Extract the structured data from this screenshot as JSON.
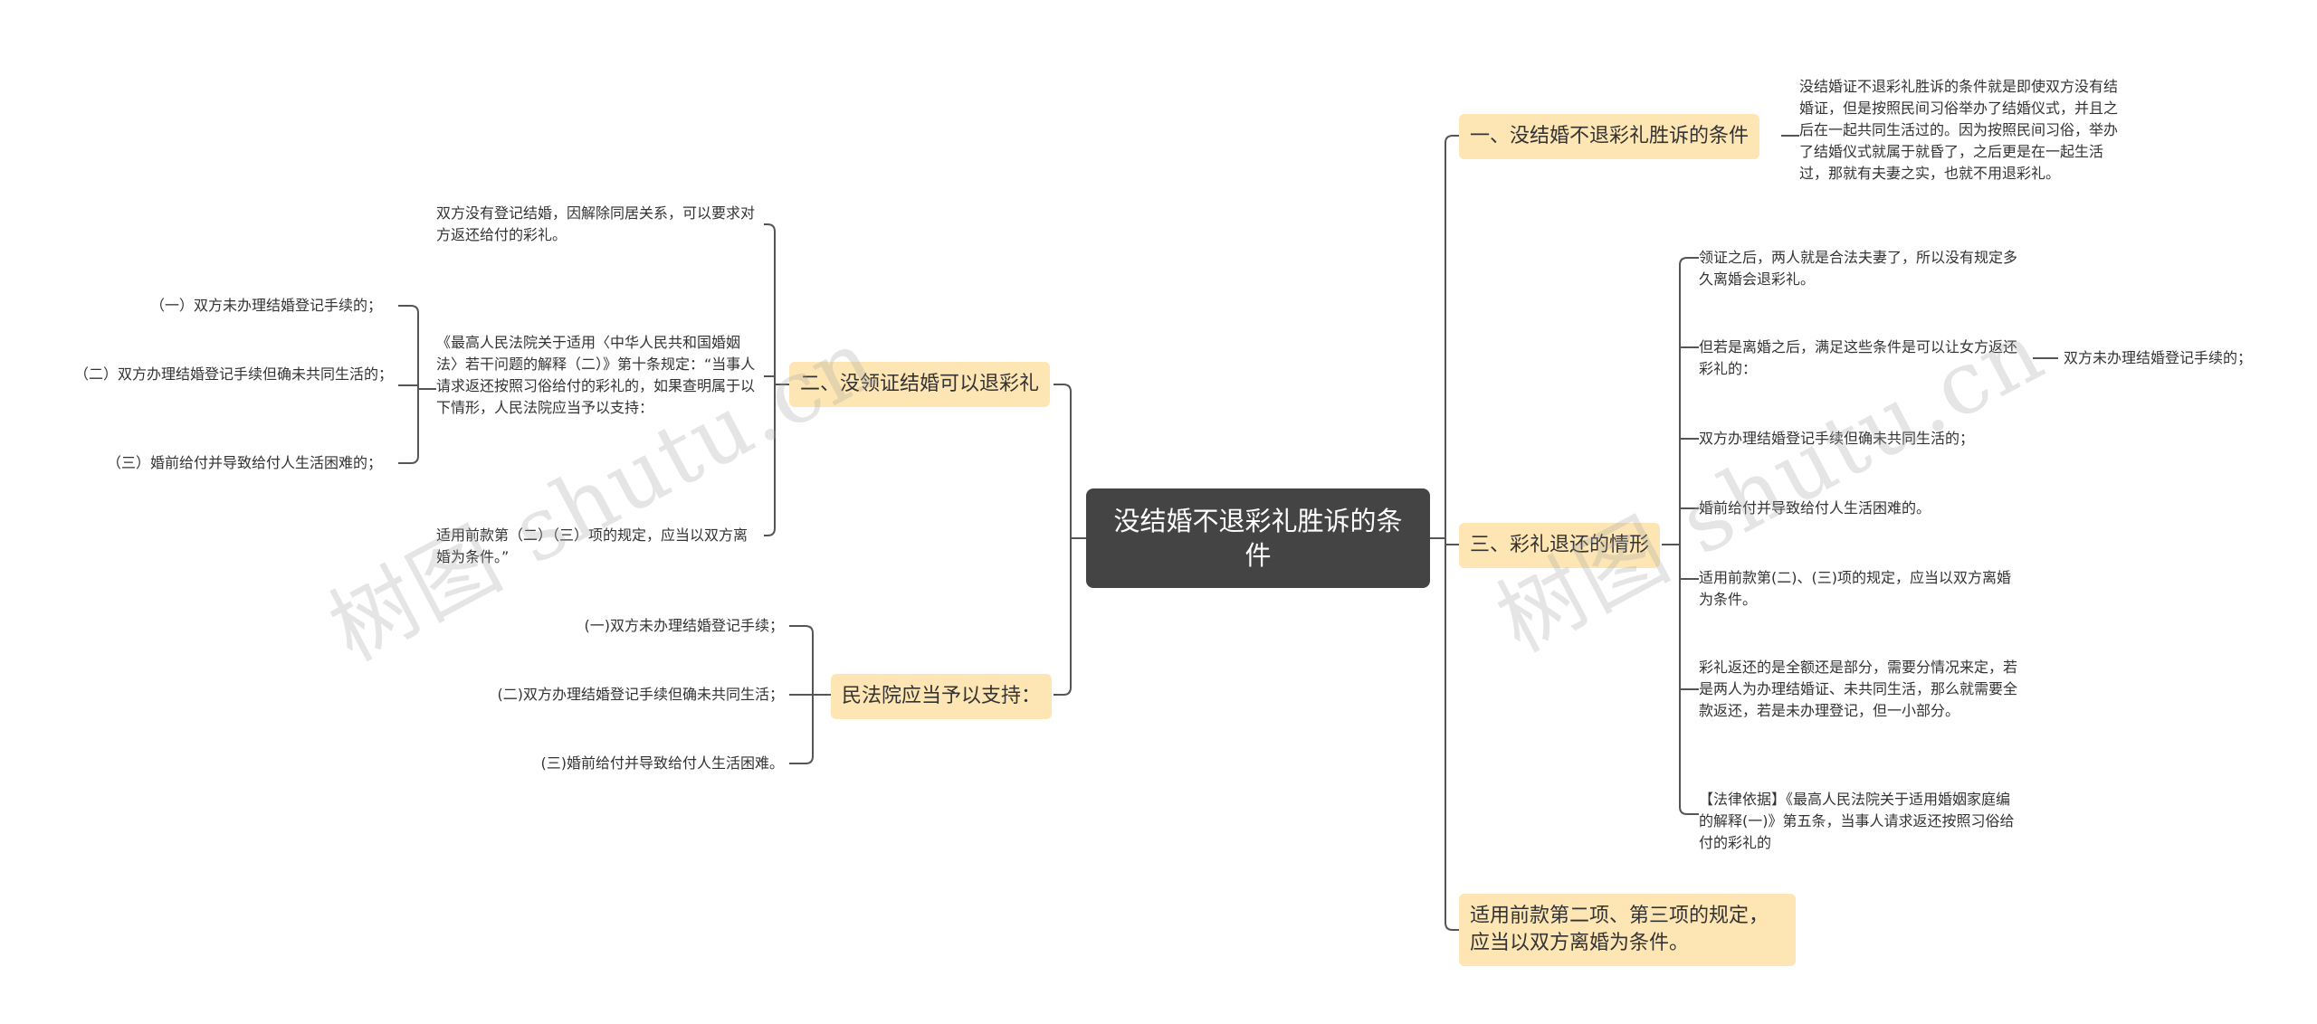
{
  "root": "没结婚不退彩礼胜诉的条件",
  "branches": {
    "b1": "一、没结婚不退彩礼胜诉的条件",
    "b2": "二、没领证结婚可以退彩礼",
    "b3": "三、彩礼退还的情形",
    "b4": "民法院应当予以支持：",
    "b5": "适用前款第二项、第三项的规定，应当以双方离婚为条件。"
  },
  "leaves": {
    "b1_1": "没结婚证不退彩礼胜诉的条件就是即使双方没有结婚证，但是按照民间习俗举办了结婚仪式，并且之后在一起共同生活过的。因为按照民间习俗，举办了结婚仪式就属于就昏了，之后更是在一起生活过，那就有夫妻之实，也就不用退彩礼。",
    "b2_1": "双方没有登记结婚，因解除同居关系，可以要求对方返还给付的彩礼。",
    "b2_2": "《最高人民法院关于适用〈中华人民共和国婚姻法〉若干问题的解释（二）》第十条规定：“当事人请求返还按照习俗给付的彩礼的，如果查明属于以下情形，人民法院应当予以支持：",
    "b2_2_1": "（一）双方未办理结婚登记手续的；",
    "b2_2_2": "（二）双方办理结婚登记手续但确未共同生活的；",
    "b2_2_3": "（三）婚前给付并导致给付人生活困难的；",
    "b2_3": "适用前款第（二）（三）项的规定，应当以双方离婚为条件。”",
    "b4_1": "(一)双方未办理结婚登记手续；",
    "b4_2": "(二)双方办理结婚登记手续但确未共同生活；",
    "b4_3": "(三)婚前给付并导致给付人生活困难。",
    "b3_1": "领证之后，两人就是合法夫妻了，所以没有规定多久离婚会退彩礼。",
    "b3_2": "但若是离婚之后，满足这些条件是可以让女方返还彩礼的：",
    "b3_2_1": "双方未办理结婚登记手续的；",
    "b3_3": "双方办理结婚登记手续但确未共同生活的；",
    "b3_4": "婚前给付并导致给付人生活困难的。",
    "b3_5": "适用前款第(二)、(三)项的规定，应当以双方离婚为条件。",
    "b3_6": "彩礼返还的是全额还是部分，需要分情况来定，若是两人为办理结婚证、未共同生活，那么就需要全款返还，若是未办理登记，但一小部分。",
    "b3_7": "【法律依据】《最高人民法院关于适用婚姻家庭编的解释(一)》第五条，当事人请求返还按照习俗给付的彩礼的"
  },
  "watermark": [
    "树图 shutu.cn",
    "树图 shutu.cn"
  ],
  "colors": {
    "root": "#444444",
    "branch": "#fde6b4",
    "line": "#555555"
  }
}
